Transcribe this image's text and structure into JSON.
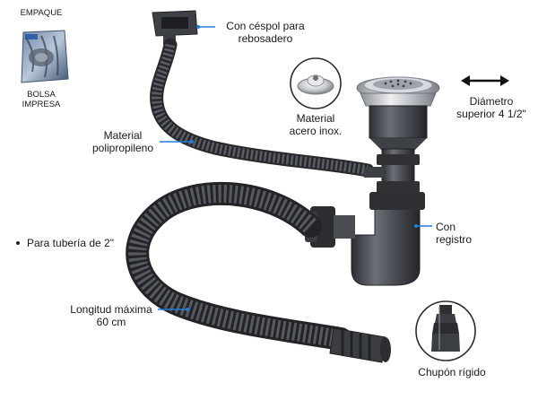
{
  "labels": {
    "empaque": "EMPAQUE",
    "bolsa_line1": "BOLSA",
    "bolsa_line2": "IMPRESA",
    "cespol_line1": "Con céspol para",
    "cespol_line2": "rebosadero",
    "material_line1": "Material",
    "material_line2": "polipropileno",
    "acero_line1": "Material",
    "acero_line2": "acero inox.",
    "diametro_line1": "Diámetro",
    "diametro_line2": "superior 4 1/2\"",
    "tuberia": "Para tubería de 2\"",
    "registro_line1": "Con",
    "registro_line2": "registro",
    "longitud_line1": "Longitud máxima",
    "longitud_line2": "60 cm",
    "chupon": "Chupón rígido"
  },
  "colors": {
    "pipe": "#4a4d52",
    "pipe_dark": "#2b2d31",
    "pipe_light": "#8a8e95",
    "leader": "#1f7fd6",
    "steel": "#c9ccd1"
  },
  "icons": [
    "package-bag-icon",
    "drain-cap-icon",
    "double-arrow-icon",
    "chupon-icon"
  ]
}
